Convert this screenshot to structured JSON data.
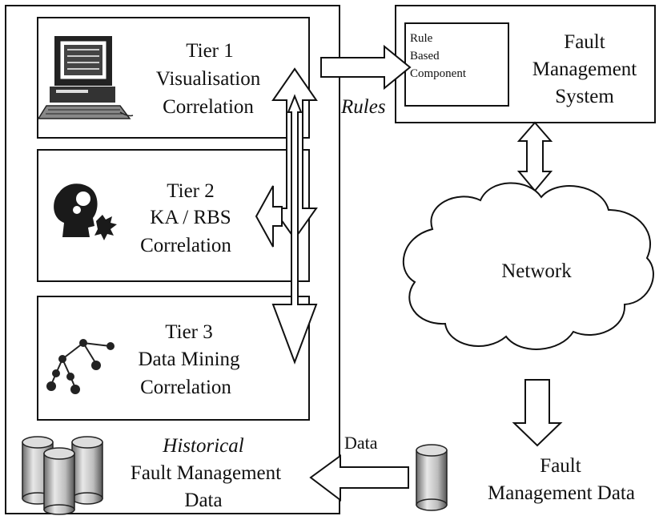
{
  "tier1": {
    "title": "Tier 1",
    "line1": "Visualisation",
    "line2": "Correlation"
  },
  "tier2": {
    "title": "Tier 2",
    "line1": "KA / RBS",
    "line2": "Correlation"
  },
  "tier3": {
    "title": "Tier 3",
    "line1": "Data Mining",
    "line2": "Correlation"
  },
  "historical": {
    "line1": "Historical",
    "line2": "Fault Management",
    "line3": "Data"
  },
  "fms": {
    "line1": "Fault",
    "line2": "Management",
    "line3": "System"
  },
  "rule_component": {
    "line1": "Rule",
    "line2": "Based",
    "line3": "Component"
  },
  "rules_label": "Rules",
  "network_label": "Network",
  "data_label": "Data",
  "fault_data": {
    "line1": "Fault",
    "line2": "Management Data"
  }
}
